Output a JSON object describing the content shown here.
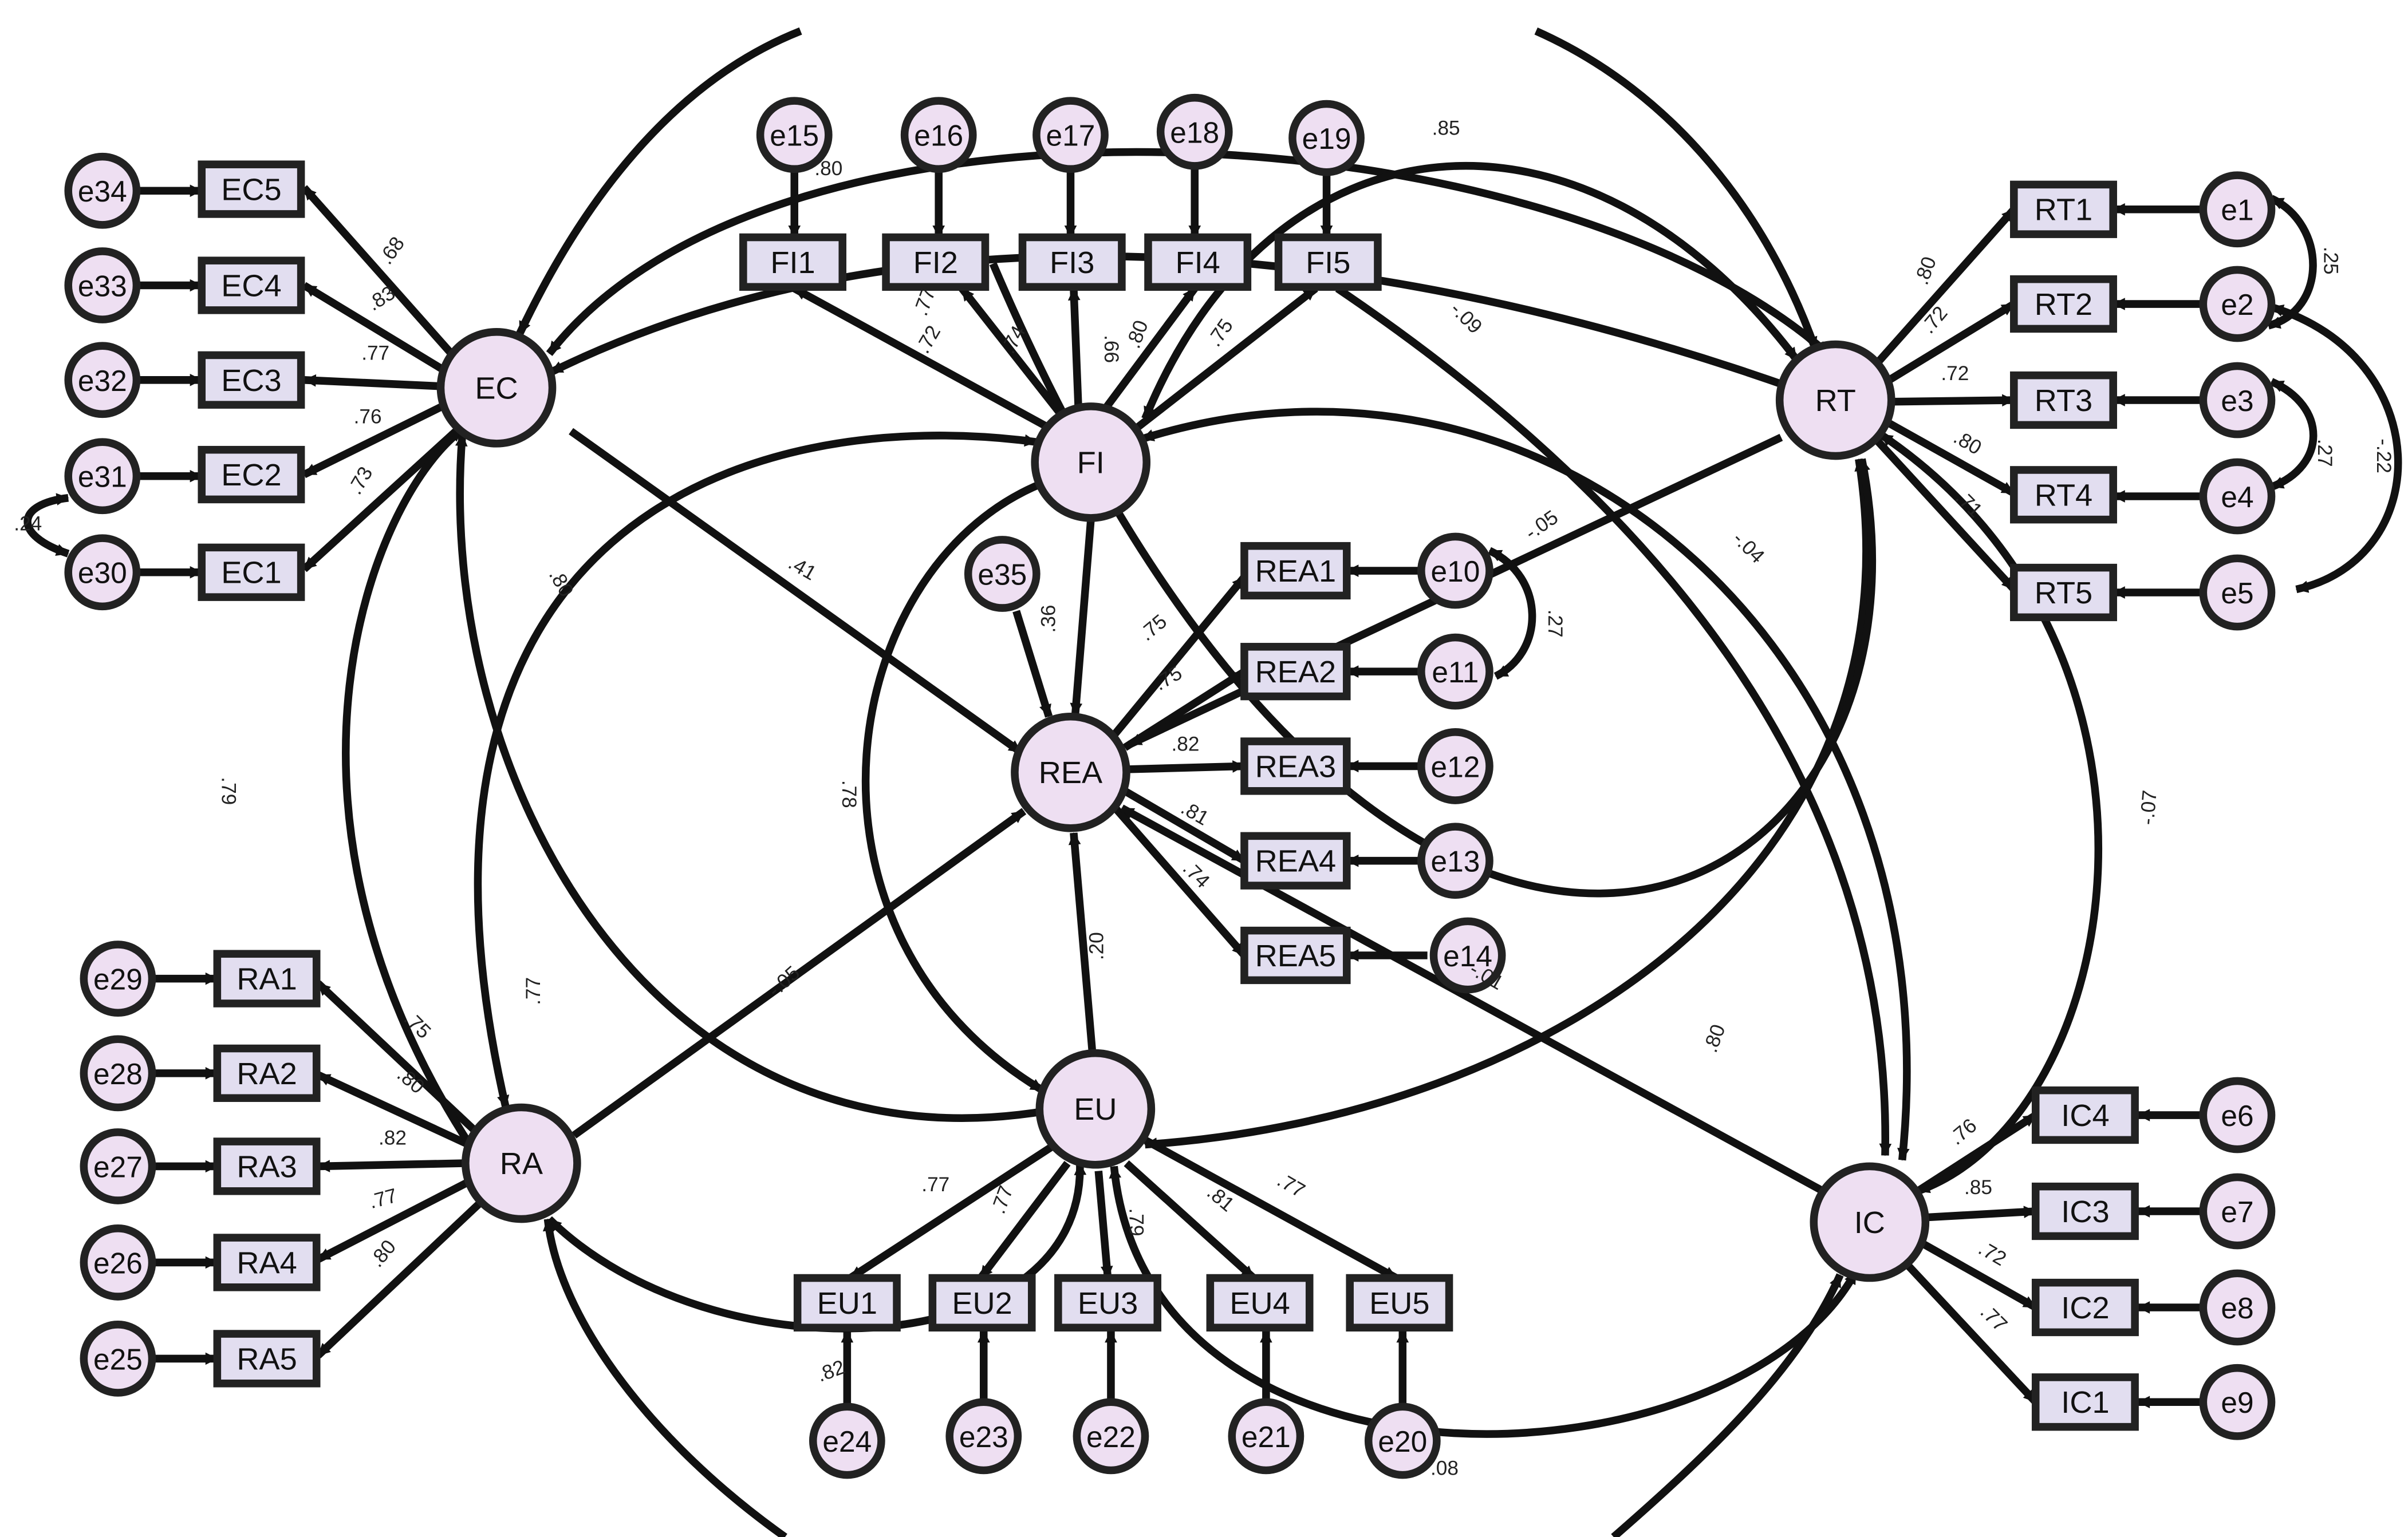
{
  "latents": [
    {
      "id": "EC",
      "label": "EC"
    },
    {
      "id": "FI",
      "label": "FI"
    },
    {
      "id": "RT",
      "label": "RT"
    },
    {
      "id": "REA",
      "label": "REA"
    },
    {
      "id": "RA",
      "label": "RA"
    },
    {
      "id": "EU",
      "label": "EU"
    },
    {
      "id": "IC",
      "label": "IC"
    }
  ],
  "indicators": [
    {
      "id": "EC5",
      "label": "EC5"
    },
    {
      "id": "EC4",
      "label": "EC4"
    },
    {
      "id": "EC3",
      "label": "EC3"
    },
    {
      "id": "EC2",
      "label": "EC2"
    },
    {
      "id": "EC1",
      "label": "EC1"
    },
    {
      "id": "FI1",
      "label": "FI1"
    },
    {
      "id": "FI2",
      "label": "FI2"
    },
    {
      "id": "FI3",
      "label": "FI3"
    },
    {
      "id": "FI4",
      "label": "FI4"
    },
    {
      "id": "FI5",
      "label": "FI5"
    },
    {
      "id": "RT1",
      "label": "RT1"
    },
    {
      "id": "RT2",
      "label": "RT2"
    },
    {
      "id": "RT3",
      "label": "RT3"
    },
    {
      "id": "RT4",
      "label": "RT4"
    },
    {
      "id": "RT5",
      "label": "RT5"
    },
    {
      "id": "REA1",
      "label": "REA1"
    },
    {
      "id": "REA2",
      "label": "REA2"
    },
    {
      "id": "REA3",
      "label": "REA3"
    },
    {
      "id": "REA4",
      "label": "REA4"
    },
    {
      "id": "REA5",
      "label": "REA5"
    },
    {
      "id": "RA1",
      "label": "RA1"
    },
    {
      "id": "RA2",
      "label": "RA2"
    },
    {
      "id": "RA3",
      "label": "RA3"
    },
    {
      "id": "RA4",
      "label": "RA4"
    },
    {
      "id": "RA5",
      "label": "RA5"
    },
    {
      "id": "EU1",
      "label": "EU1"
    },
    {
      "id": "EU2",
      "label": "EU2"
    },
    {
      "id": "EU3",
      "label": "EU3"
    },
    {
      "id": "EU4",
      "label": "EU4"
    },
    {
      "id": "EU5",
      "label": "EU5"
    },
    {
      "id": "IC4",
      "label": "IC4"
    },
    {
      "id": "IC3",
      "label": "IC3"
    },
    {
      "id": "IC2",
      "label": "IC2"
    },
    {
      "id": "IC1",
      "label": "IC1"
    }
  ],
  "errors": [
    {
      "id": "e34",
      "label": "e34"
    },
    {
      "id": "e33",
      "label": "e33"
    },
    {
      "id": "e32",
      "label": "e32"
    },
    {
      "id": "e31",
      "label": "e31"
    },
    {
      "id": "e30",
      "label": "e30"
    },
    {
      "id": "e15",
      "label": "e15"
    },
    {
      "id": "e16",
      "label": "e16"
    },
    {
      "id": "e17",
      "label": "e17"
    },
    {
      "id": "e18",
      "label": "e18"
    },
    {
      "id": "e19",
      "label": "e19"
    },
    {
      "id": "e1",
      "label": "e1"
    },
    {
      "id": "e2",
      "label": "e2"
    },
    {
      "id": "e3",
      "label": "e3"
    },
    {
      "id": "e4",
      "label": "e4"
    },
    {
      "id": "e5",
      "label": "e5"
    },
    {
      "id": "e10",
      "label": "e10"
    },
    {
      "id": "e11",
      "label": "e11"
    },
    {
      "id": "e12",
      "label": "e12"
    },
    {
      "id": "e13",
      "label": "e13"
    },
    {
      "id": "e14",
      "label": "e14"
    },
    {
      "id": "e35",
      "label": "e35"
    },
    {
      "id": "e29",
      "label": "e29"
    },
    {
      "id": "e28",
      "label": "e28"
    },
    {
      "id": "e27",
      "label": "e27"
    },
    {
      "id": "e26",
      "label": "e26"
    },
    {
      "id": "e25",
      "label": "e25"
    },
    {
      "id": "e24",
      "label": "e24"
    },
    {
      "id": "e23",
      "label": "e23"
    },
    {
      "id": "e22",
      "label": "e22"
    },
    {
      "id": "e21",
      "label": "e21"
    },
    {
      "id": "e20",
      "label": "e20"
    },
    {
      "id": "e6",
      "label": "e6"
    },
    {
      "id": "e7",
      "label": "e7"
    },
    {
      "id": "e8",
      "label": "e8"
    },
    {
      "id": "e9",
      "label": "e9"
    }
  ],
  "coefficients": [
    {
      "text": ".68"
    },
    {
      "text": ".83"
    },
    {
      "text": ".77"
    },
    {
      "text": ".76"
    },
    {
      "text": ".73"
    },
    {
      "text": ".24"
    },
    {
      "text": ".80"
    },
    {
      "text": ".77"
    },
    {
      "text": ".72"
    },
    {
      "text": ".74"
    },
    {
      "text": ".66"
    },
    {
      "text": ".80"
    },
    {
      "text": ".75"
    },
    {
      "text": ".85"
    },
    {
      "text": "-.09"
    },
    {
      "text": ".80"
    },
    {
      "text": ".72"
    },
    {
      "text": ".72"
    },
    {
      "text": ".80"
    },
    {
      "text": ".71"
    },
    {
      "text": ".25"
    },
    {
      "text": ".27"
    },
    {
      "text": "-.22"
    },
    {
      "text": ".41"
    },
    {
      "text": ".80"
    },
    {
      "text": ".79"
    },
    {
      "text": ".36"
    },
    {
      "text": ".75"
    },
    {
      "text": ".75"
    },
    {
      "text": ".82"
    },
    {
      "text": ".81"
    },
    {
      "text": ".74"
    },
    {
      "text": ".27"
    },
    {
      "text": "-.05"
    },
    {
      "text": "-.04"
    },
    {
      "text": ".78"
    },
    {
      "text": ".20"
    },
    {
      "text": "-.05"
    },
    {
      "text": ".77"
    },
    {
      "text": ".75"
    },
    {
      "text": ".80"
    },
    {
      "text": ".82"
    },
    {
      "text": ".77"
    },
    {
      "text": ".80"
    },
    {
      "text": ".77"
    },
    {
      "text": ".77"
    },
    {
      "text": ".79"
    },
    {
      "text": ".81"
    },
    {
      "text": ".77"
    },
    {
      "text": ".82"
    },
    {
      "text": ".08"
    },
    {
      "text": ".80"
    },
    {
      "text": "-.01"
    },
    {
      "text": "-.07"
    },
    {
      "text": ".76"
    },
    {
      "text": ".85"
    },
    {
      "text": ".72"
    },
    {
      "text": ".77"
    }
  ]
}
